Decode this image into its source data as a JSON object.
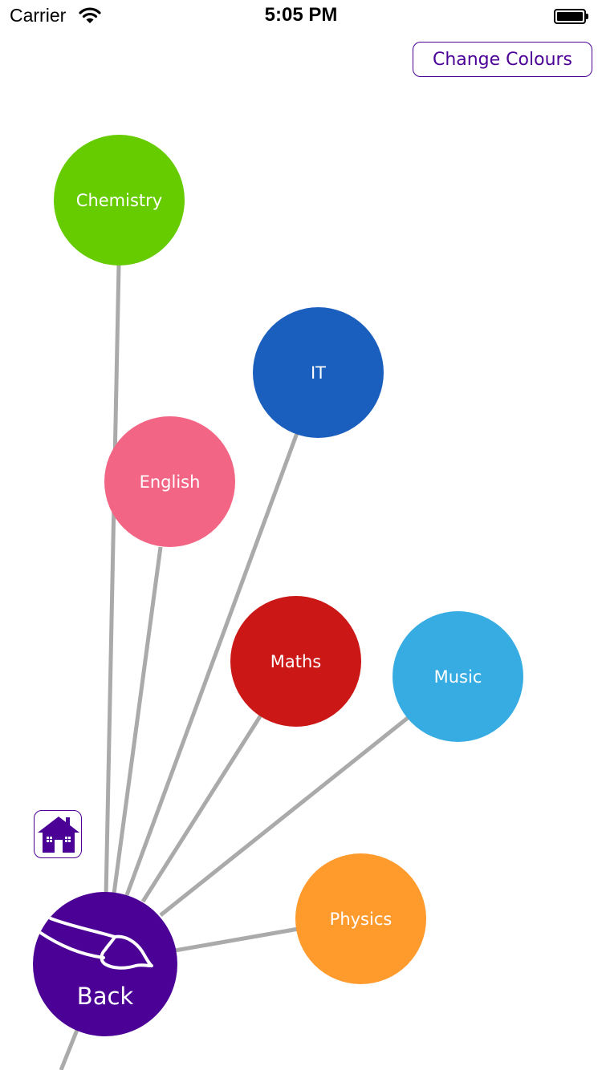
{
  "status_bar": {
    "carrier": "Carrier",
    "time": "5:05 PM",
    "wifi_icon": "wifi-icon",
    "battery_icon": "battery-icon"
  },
  "toolbar": {
    "change_colours_label": "Change Colours"
  },
  "colors": {
    "accent": "#4B0096",
    "connector": "#AAAAAA"
  },
  "subjects": [
    {
      "key": "chemistry",
      "label": "Chemistry",
      "color": "#66CC00"
    },
    {
      "key": "it",
      "label": "IT",
      "color": "#1B5FBE"
    },
    {
      "key": "english",
      "label": "English",
      "color": "#F26584"
    },
    {
      "key": "maths",
      "label": "Maths",
      "color": "#CC1717"
    },
    {
      "key": "music",
      "label": "Music",
      "color": "#36ACE2"
    },
    {
      "key": "physics",
      "label": "Physics",
      "color": "#FF9A2D"
    }
  ],
  "home": {
    "icon": "house-icon"
  },
  "back": {
    "label": "Back",
    "icon": "pointing-hand-icon"
  }
}
